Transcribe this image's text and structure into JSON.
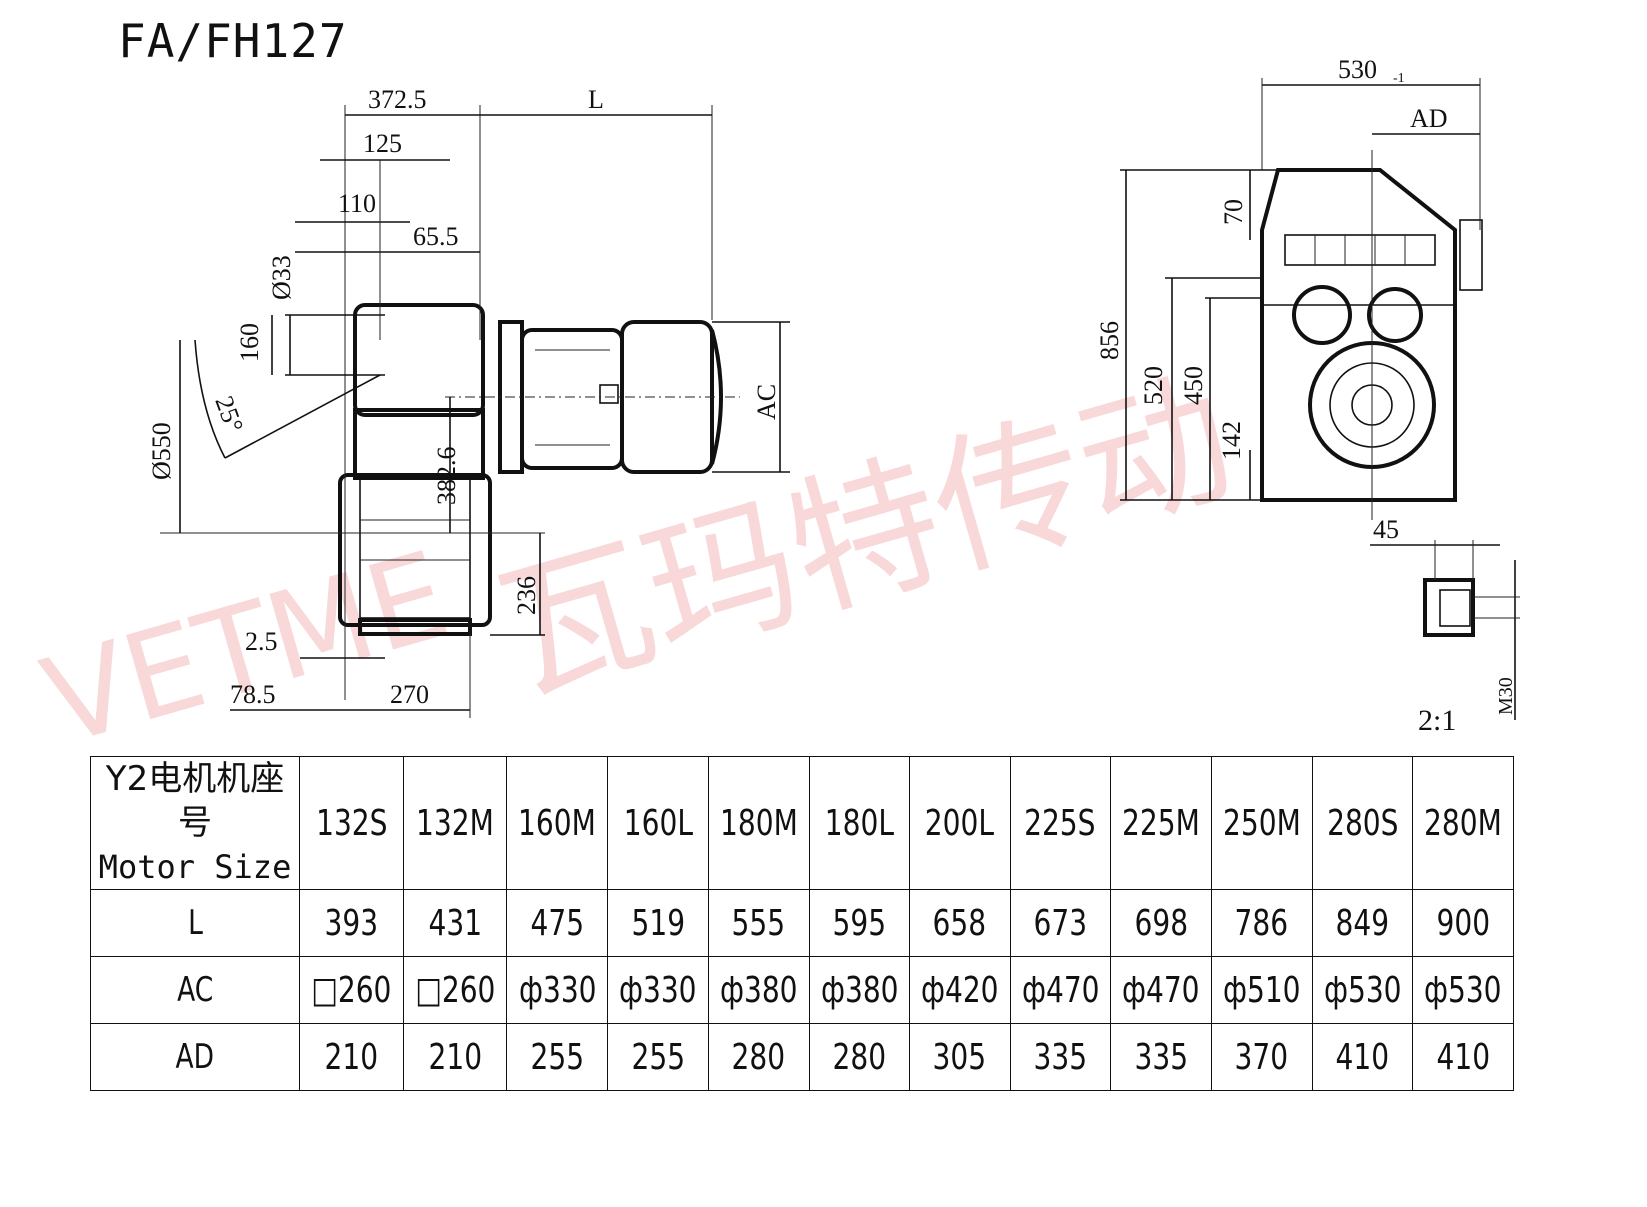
{
  "title": "FA/FH127",
  "watermark": {
    "latin": "VETME",
    "cn": "瓦玛特传动"
  },
  "scale": "2:1",
  "side_view": {
    "dims": {
      "d372_5": "372.5",
      "dL": "L",
      "d125": "125",
      "d110": "110",
      "d65_5": "65.5",
      "d33": "Ø33",
      "d160": "160",
      "d25": "25°",
      "d550": "Ø550",
      "d382_6": "382.6",
      "d236": "236",
      "d2_5": "2.5",
      "d78_5": "78.5",
      "d270": "270",
      "dAC": "AC"
    }
  },
  "front_view": {
    "dims": {
      "d530": "530",
      "d530_tol": "-1",
      "dAD": "AD",
      "d70": "70",
      "d856": "856",
      "d520": "520",
      "d450": "450",
      "d142": "142",
      "d45": "45",
      "dM30": "M30"
    }
  },
  "table": {
    "header_label_cn": "Y2电机机座号",
    "header_label_en": "Motor  Size",
    "sizes": [
      "132S",
      "132M",
      "160M",
      "160L",
      "180M",
      "180L",
      "200L",
      "225S",
      "225M",
      "250M",
      "280S",
      "280M"
    ],
    "rows": [
      {
        "label": "L",
        "values": [
          "393",
          "431",
          "475",
          "519",
          "555",
          "595",
          "658",
          "673",
          "698",
          "786",
          "849",
          "900"
        ]
      },
      {
        "label": "AC",
        "values": [
          "□260",
          "□260",
          "ф330",
          "ф330",
          "ф380",
          "ф380",
          "ф420",
          "ф470",
          "ф470",
          "ф510",
          "ф530",
          "ф530"
        ]
      },
      {
        "label": "AD",
        "values": [
          "210",
          "210",
          "255",
          "255",
          "280",
          "280",
          "305",
          "335",
          "335",
          "370",
          "410",
          "410"
        ]
      }
    ]
  }
}
